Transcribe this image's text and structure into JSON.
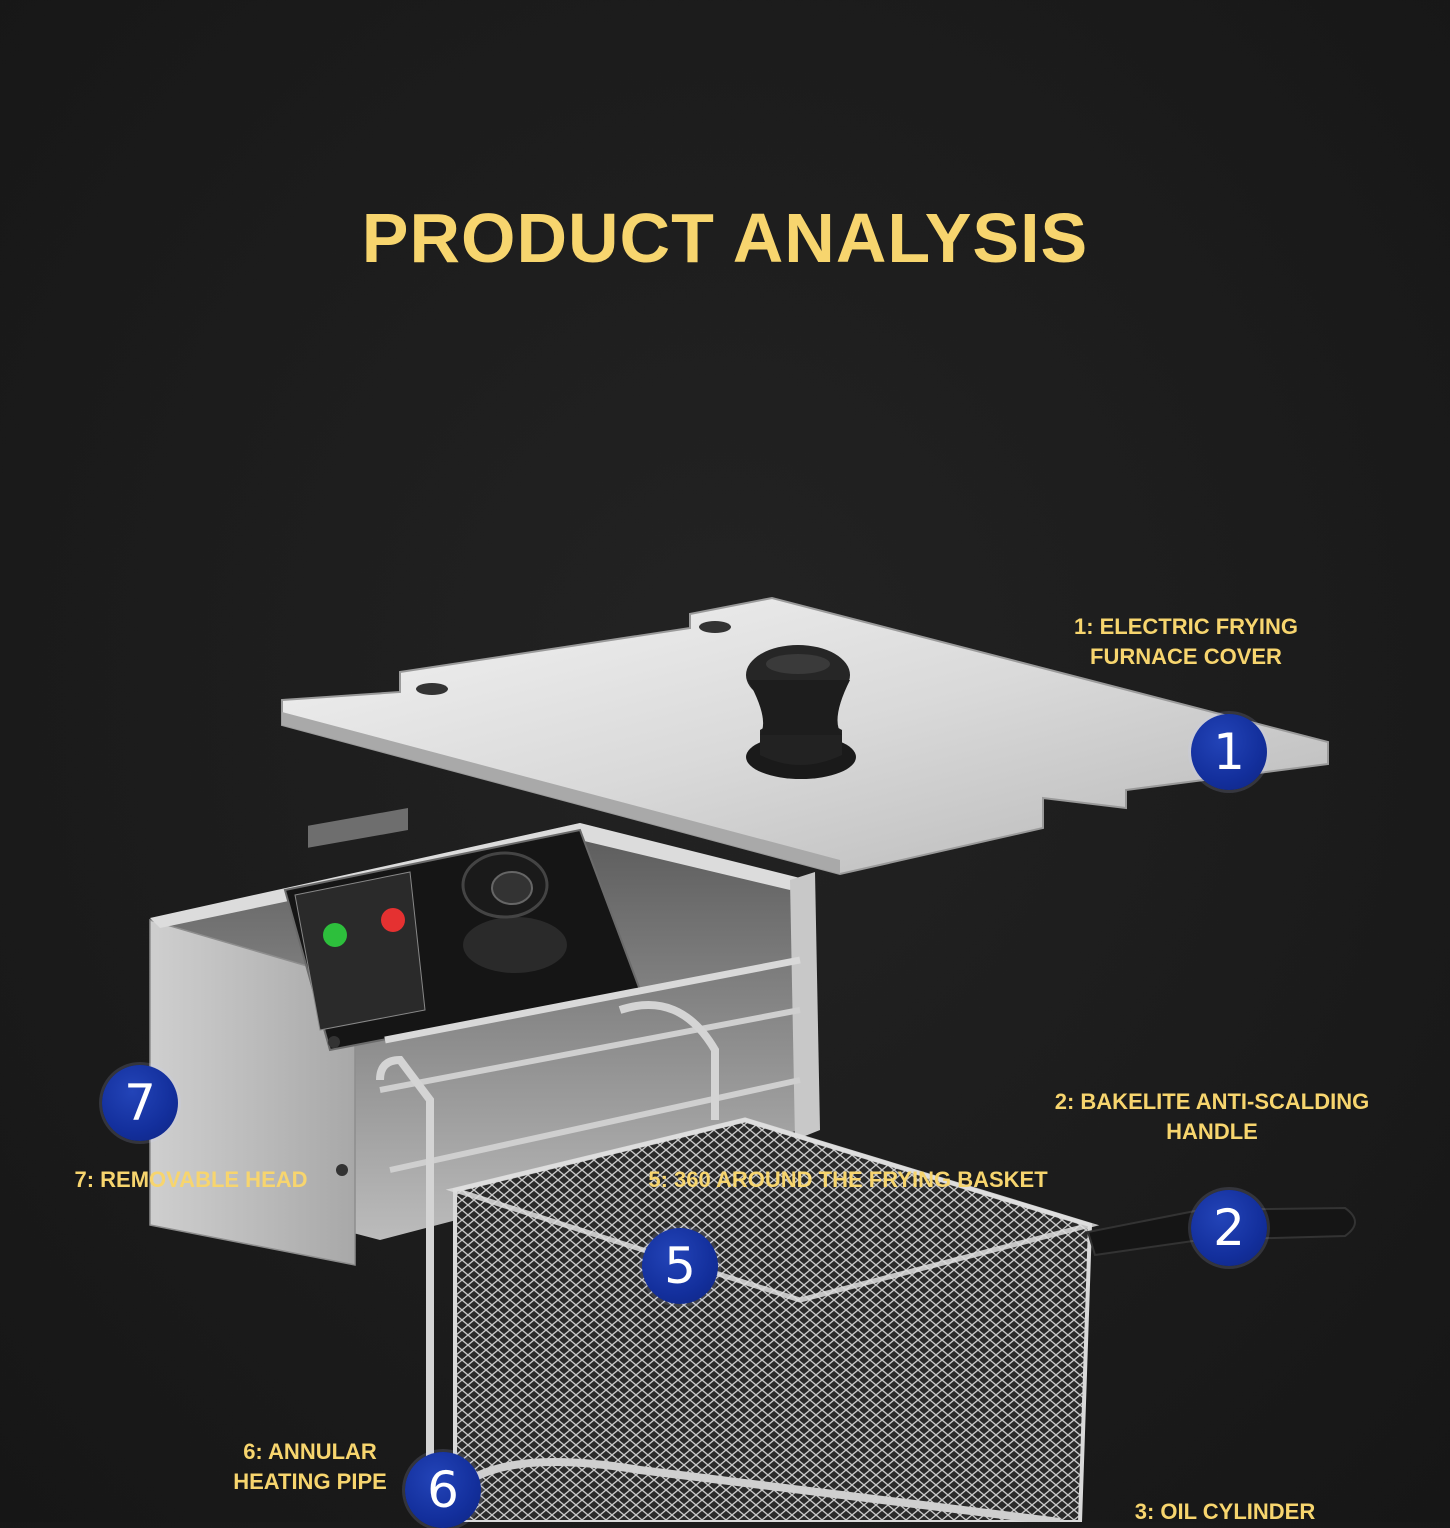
{
  "title": "PRODUCT ANALYSIS",
  "colors": {
    "background": "#1c1c1c",
    "accent": "#f7d56e",
    "badge": "#132f9c"
  },
  "callouts": [
    {
      "number": "1",
      "line1": "1: ELECTRIC FRYING",
      "line2": "FURNACE COVER"
    },
    {
      "number": "2",
      "line1": "2: BAKELITE ANTI-SCALDING",
      "line2": "HANDLE"
    },
    {
      "number": "3",
      "line1": "3: OIL CYLINDER",
      "line2": ""
    },
    {
      "number": "5",
      "line1": "5: 360 AROUND THE FRYING BASKET",
      "line2": ""
    },
    {
      "number": "6",
      "line1": "6: ANNULAR",
      "line2": "HEATING PIPE"
    },
    {
      "number": "7",
      "line1": "7: REMOVABLE HEAD",
      "line2": ""
    }
  ]
}
